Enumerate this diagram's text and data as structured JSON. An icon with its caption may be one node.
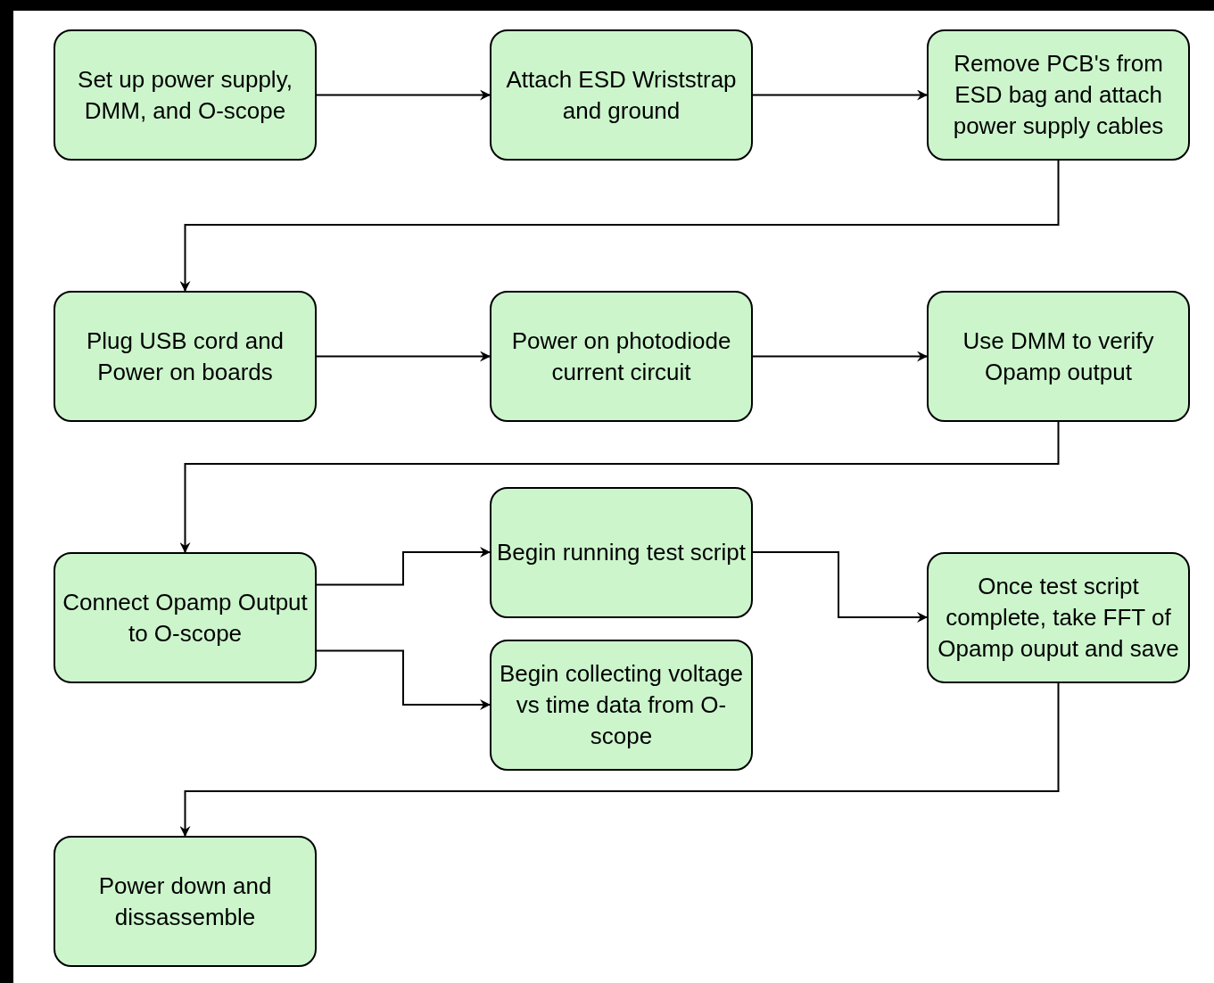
{
  "diagram": {
    "nodes": [
      {
        "text": [
          "Set up power supply, DMM, and O-scope"
        ]
      },
      {
        "text": [
          "Attach ESD Wriststrap and ground"
        ]
      },
      {
        "text": [
          "Remove PCB's from ESD bag and attach power supply cables"
        ]
      },
      {
        "text": [
          "Plug USB cord and Power on boards"
        ]
      },
      {
        "text": [
          "Power on photodiode current circuit"
        ]
      },
      {
        "text": [
          "Use DMM to verify Opamp output"
        ]
      },
      {
        "text": [
          "Connect Opamp Output to O-scope"
        ]
      },
      {
        "text": [
          "Begin running test script"
        ]
      },
      {
        "text": [
          "Once test script complete, take FFT of Opamp ouput and save"
        ]
      },
      {
        "text": [
          "Begin collecting voltage vs time data from O-scope"
        ]
      },
      {
        "text": [
          "Power down and dissassemble"
        ]
      }
    ],
    "edges": [
      {
        "from": 0,
        "to": 1,
        "arrow": "to"
      },
      {
        "from": 1,
        "to": 2,
        "arrow": "to"
      },
      {
        "from": 2,
        "to": 3,
        "arrow": "to"
      },
      {
        "from": 3,
        "to": 4,
        "arrow": "to"
      },
      {
        "from": 4,
        "to": 5,
        "arrow": "to"
      },
      {
        "from": 5,
        "to": 6,
        "arrow": "to"
      },
      {
        "from": 6,
        "to": 7,
        "arrow": "to"
      },
      {
        "from": 6,
        "to": 9,
        "arrow": "to"
      },
      {
        "from": 7,
        "to": 8,
        "arrow": "to"
      },
      {
        "from": 8,
        "to": 10,
        "arrow": "to"
      }
    ]
  }
}
